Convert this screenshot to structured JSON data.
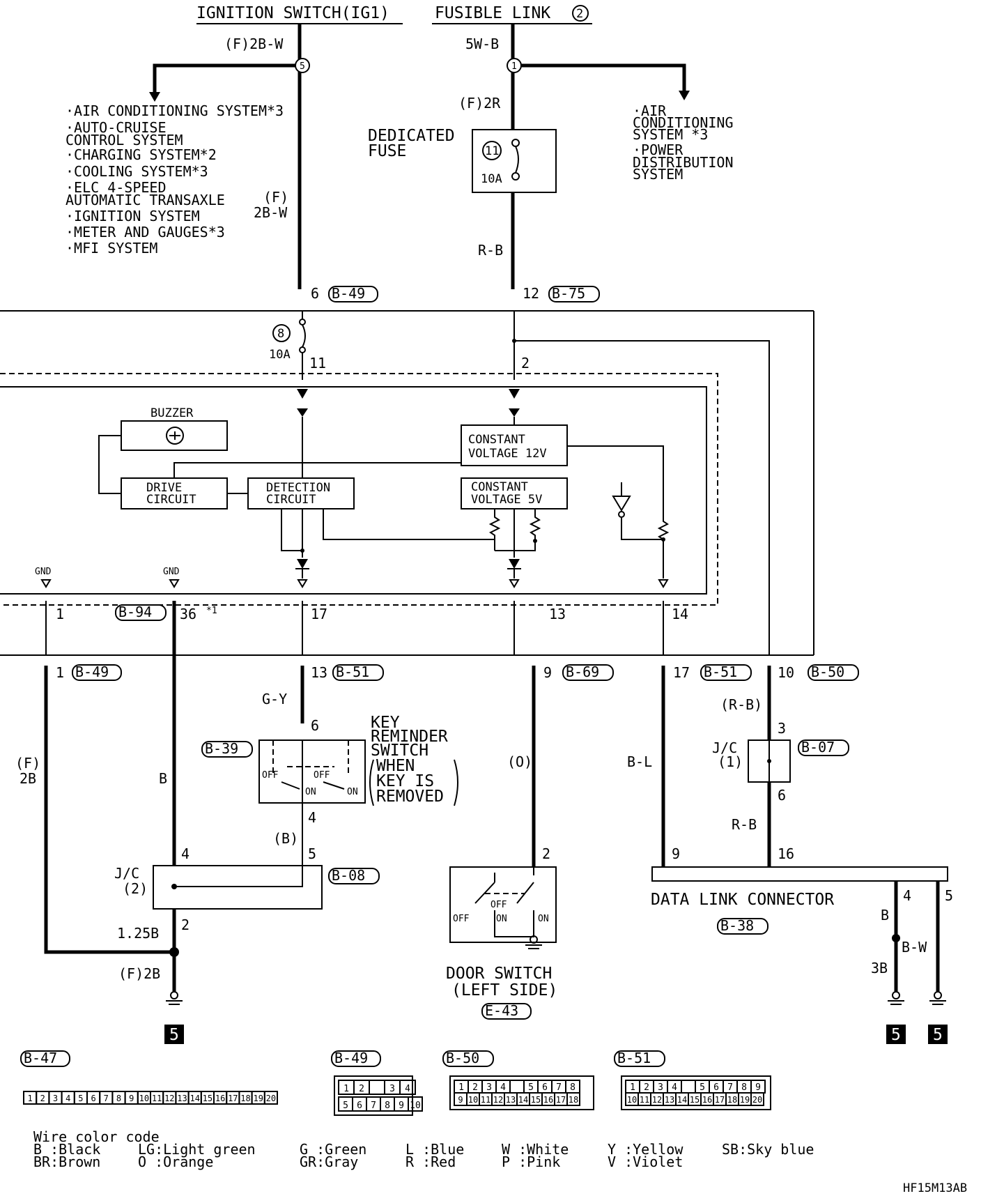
{
  "top": {
    "ig_switch": "IGNITION SWITCH(IG1)",
    "fusible_link": "FUSIBLE LINK",
    "fusible_link_num": "2",
    "wire_f2bw": "(F)2B-W",
    "wire_5wb": "5W-B",
    "node_5": "5",
    "node_1": "1",
    "wire_f2r": "(F)2R",
    "dedicated_fuse_1": "DEDICATED",
    "dedicated_fuse_2": "FUSE",
    "fuse11_num": "11",
    "fuse11_amp": "10A",
    "wire_rb": "R-B",
    "wire_f": "(F)",
    "wire_2bw": "2B-W"
  },
  "left_systems": [
    "·AIR CONDITIONING SYSTEM*3",
    "·AUTO-CRUISE",
    " CONTROL SYSTEM",
    "·CHARGING SYSTEM*2",
    "·COOLING SYSTEM*3",
    "·ELC 4-SPEED",
    " AUTOMATIC TRANSAXLE",
    "·IGNITION SYSTEM",
    "·METER AND GAUGES*3",
    "·MFI SYSTEM"
  ],
  "right_systems": [
    "·AIR",
    " CONDITIONING",
    " SYSTEM *3",
    "·POWER",
    " DISTRIBUTION",
    " SYSTEM"
  ],
  "connectors": {
    "pin6": "6",
    "b49": "B-49",
    "pin12": "12",
    "b75": "B-75",
    "fuse8_num": "8",
    "fuse8_amp": "10A",
    "pin11": "11",
    "pin2": "2",
    "gnd1": "GND",
    "gnd2": "GND",
    "pin1": "1",
    "b94": "B-94",
    "pin36": "36",
    "note36": "*1",
    "pin17": "17",
    "pin13": "13",
    "pin14": "14",
    "pin1b": "1",
    "b49b": "B-49",
    "pin13b": "13",
    "b51": "B-51",
    "pin9": "9",
    "b69": "B-69",
    "pin17b": "17",
    "b51b": "B-51",
    "pin10": "10",
    "b50": "B-50"
  },
  "inner": {
    "buzzer": "BUZZER",
    "drive_1": "DRIVE",
    "drive_2": "CIRCUIT",
    "detect_1": "DETECTION",
    "detect_2": "CIRCUIT",
    "cv12_1": "CONSTANT",
    "cv12_2": "VOLTAGE 12V",
    "cv5_1": "CONSTANT",
    "cv5_2": "VOLTAGE 5V"
  },
  "lower": {
    "f2b_1": "(F)",
    "f2b_2": "2B",
    "wire_b": "B",
    "wire_gy": "G-Y",
    "key_pin6": "6",
    "b39": "B-39",
    "key_1": "KEY",
    "key_2": "REMINDER",
    "key_3": "SWITCH",
    "key_4": "WHEN",
    "key_5": "KEY IS",
    "key_6": "REMOVED",
    "off1": "OFF",
    "off2": "OFF",
    "on1": "ON",
    "on2": "ON",
    "key_pin4": "4",
    "wire_b2": "(B)",
    "key_pin5": "5",
    "jc2_1": "J/C",
    "jc2_2": "(2)",
    "jc2_pin4": "4",
    "b08": "B-08",
    "jc2_pin2": "2",
    "wire_125b": "1.25B",
    "wire_f2b": "(F)2B",
    "ground5": "5",
    "wire_o": "(O)",
    "door_pin2": "2",
    "door_off": "OFF",
    "door_off2": "OFF",
    "door_on": "ON",
    "door_on2": "ON",
    "door_1": "DOOR SWITCH",
    "door_2": "(LEFT SIDE)",
    "e43": "E-43",
    "wire_rb_p": "(R-B)",
    "jc1_pin3": "3",
    "jc1_1": "J/C",
    "jc1_2": "(1)",
    "b07": "B-07",
    "jc1_pin6": "6",
    "wire_bl": "B-L",
    "wire_rb2": "R-B",
    "dlc_pin9": "9",
    "dlc_pin16": "16",
    "dlc_pin4": "4",
    "dlc_pin5": "5",
    "dlc": "DATA LINK CONNECTOR",
    "b38": "B-38",
    "wire_b3": "B",
    "wire_bw": "B-W",
    "wire_3b": "3B",
    "ground5b": "5",
    "ground5c": "5"
  },
  "pinouts": {
    "b47": "B-47",
    "b47_pins": [
      "1",
      "2",
      "3",
      "4",
      "5",
      "6",
      "7",
      "8",
      "9",
      "10",
      "11",
      "12",
      "13",
      "14",
      "15",
      "16",
      "17",
      "18",
      "19",
      "20"
    ],
    "b49": "B-49",
    "b49_row1": [
      "1",
      "2",
      "",
      "3",
      "4"
    ],
    "b49_row2": [
      "5",
      "6",
      "7",
      "8",
      "9",
      "10"
    ],
    "b50": "B-50",
    "b50_row1": [
      "1",
      "2",
      "3",
      "4",
      "",
      "5",
      "6",
      "7",
      "8"
    ],
    "b50_row2": [
      "9",
      "10",
      "11",
      "12",
      "13",
      "14",
      "15",
      "16",
      "17",
      "18"
    ],
    "b51": "B-51",
    "b51_row1": [
      "1",
      "2",
      "3",
      "4",
      "",
      "5",
      "6",
      "7",
      "8",
      "9"
    ],
    "b51_row2": [
      "10",
      "11",
      "12",
      "13",
      "14",
      "15",
      "16",
      "17",
      "18",
      "19",
      "20"
    ]
  },
  "legend": {
    "title": "Wire color code",
    "col1": [
      "B :Black",
      "BR:Brown"
    ],
    "col2": [
      "LG:Light green",
      "O :Orange"
    ],
    "col3": [
      "G :Green",
      "GR:Gray"
    ],
    "col4": [
      "L :Blue",
      "R :Red"
    ],
    "col5": [
      "W :White",
      "P :Pink"
    ],
    "col6": [
      "Y :Yellow",
      "V :Violet"
    ],
    "col7": [
      "SB:Sky blue"
    ]
  },
  "code": "HF15M13AB"
}
